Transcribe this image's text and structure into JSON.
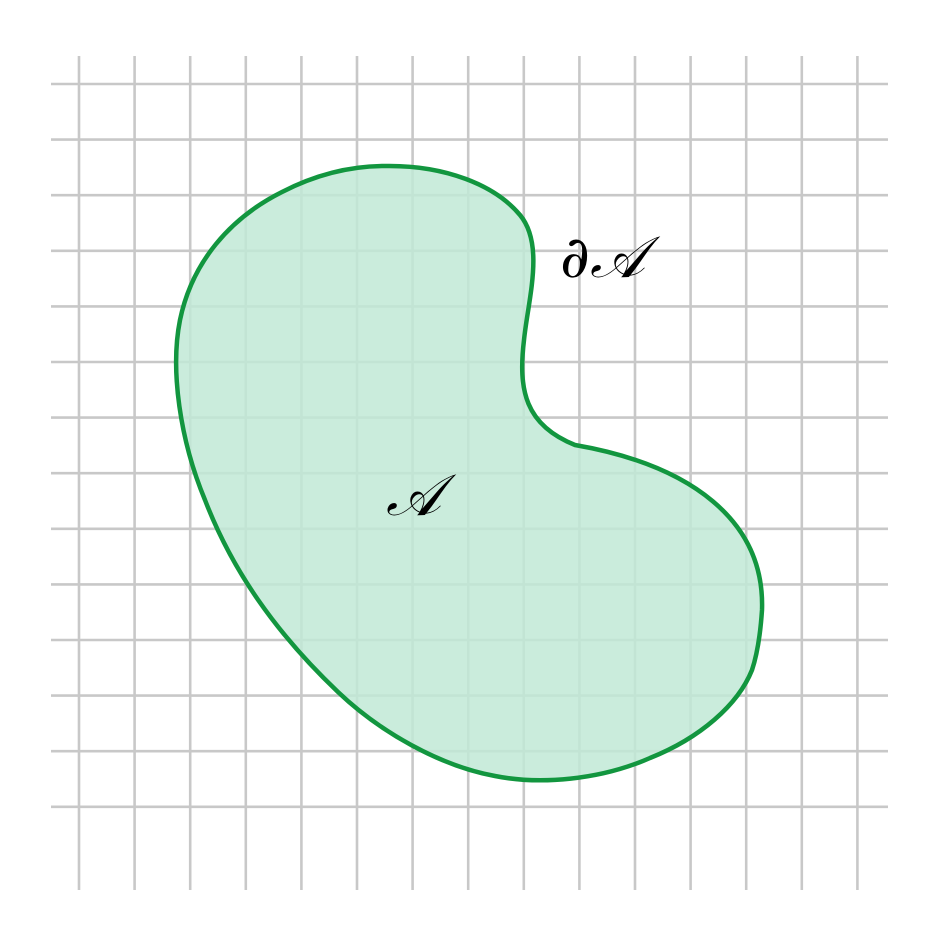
{
  "colors": {
    "background": "#ffffff",
    "grid": "#c8c8c8",
    "region_fill": "#c1e9d6",
    "region_stroke": "#12963f",
    "label": "#000000"
  },
  "grid": {
    "columns": 15,
    "rows": 14
  },
  "labels": {
    "region": "𝒜",
    "boundary": "∂𝒜"
  }
}
